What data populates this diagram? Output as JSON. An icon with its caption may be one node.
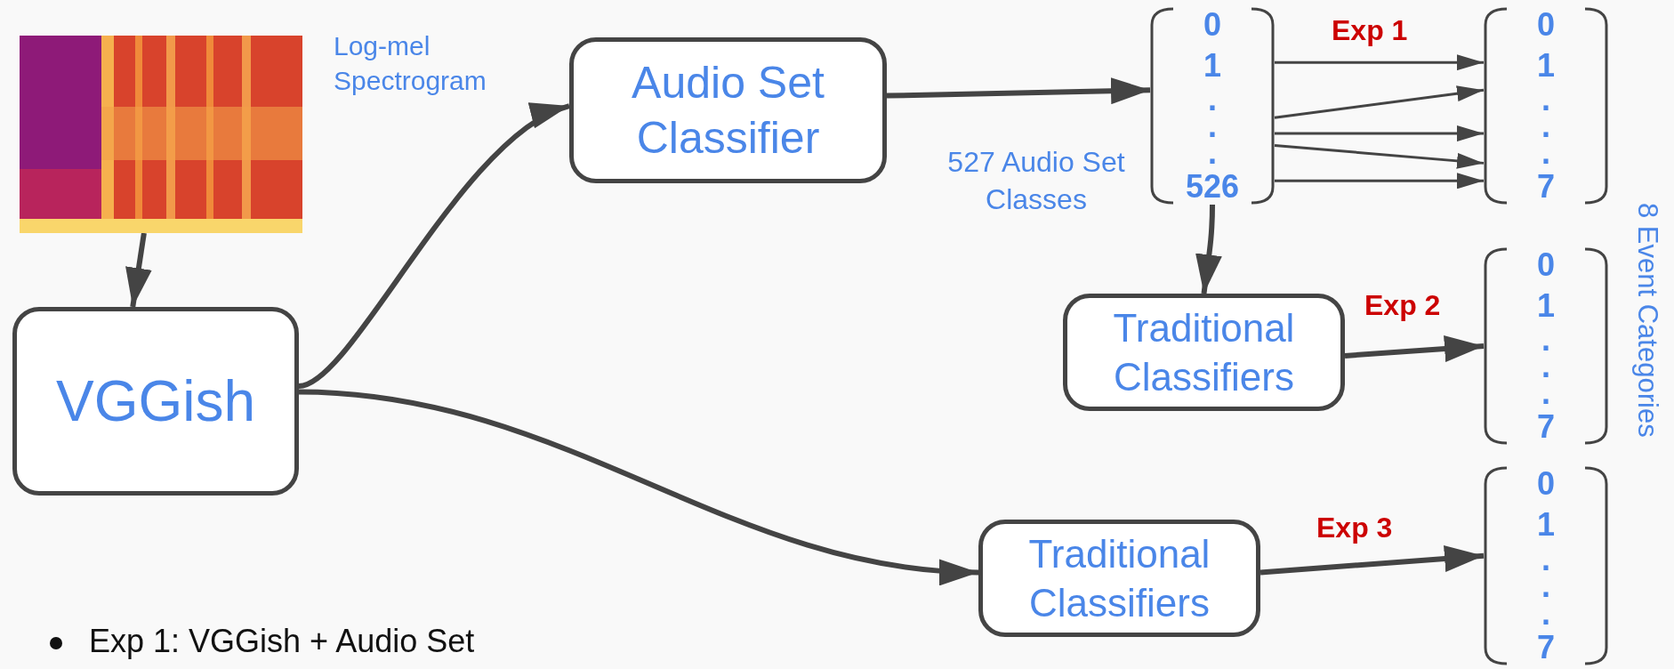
{
  "diagram": {
    "nodes": [
      {
        "text": [],
        "shape": "picture",
        "beside": [
          "Log-mel Spectrogram"
        ]
      },
      {
        "text": [
          "VGGish"
        ]
      },
      {
        "text": [
          "Audio Set Classifier"
        ]
      },
      {
        "text": [
          "0",
          "1",
          ".",
          ".",
          ".",
          "526"
        ],
        "beside": [
          "527 Audio Set Classes"
        ]
      },
      {
        "text": [
          "0",
          "1",
          ".",
          ".",
          ".",
          "7"
        ]
      },
      {
        "text": [
          "Traditional Classifiers"
        ]
      },
      {
        "text": [
          "0",
          "1",
          ".",
          ".",
          ".",
          "7"
        ]
      },
      {
        "text": [
          "Traditional Classifiers"
        ]
      },
      {
        "text": [
          "0",
          "1",
          ".",
          ".",
          ".",
          "7"
        ]
      }
    ],
    "edges": [
      {
        "from": 0,
        "to": 1,
        "arrow": "to"
      },
      {
        "from": 1,
        "to": 2,
        "arrow": "to"
      },
      {
        "from": 2,
        "to": 3,
        "arrow": "to"
      },
      {
        "from": 3,
        "to": 4,
        "arrow": "to",
        "label": "Exp 1"
      },
      {
        "from": 3,
        "to": 4,
        "arrow": "to"
      },
      {
        "from": 3,
        "to": 4,
        "arrow": "to"
      },
      {
        "from": 3,
        "to": 4,
        "arrow": "to"
      },
      {
        "from": 3,
        "to": 4,
        "arrow": "to"
      },
      {
        "from": 3,
        "to": 5,
        "arrow": "to"
      },
      {
        "from": 5,
        "to": 6,
        "arrow": "to",
        "label": "Exp 2"
      },
      {
        "from": 1,
        "to": 7,
        "arrow": "to"
      },
      {
        "from": 7,
        "to": 8,
        "arrow": "to",
        "label": "Exp 3"
      }
    ],
    "labels": [
      "8 Event Categories",
      "Exp 1: VGGish + Audio Set"
    ]
  }
}
